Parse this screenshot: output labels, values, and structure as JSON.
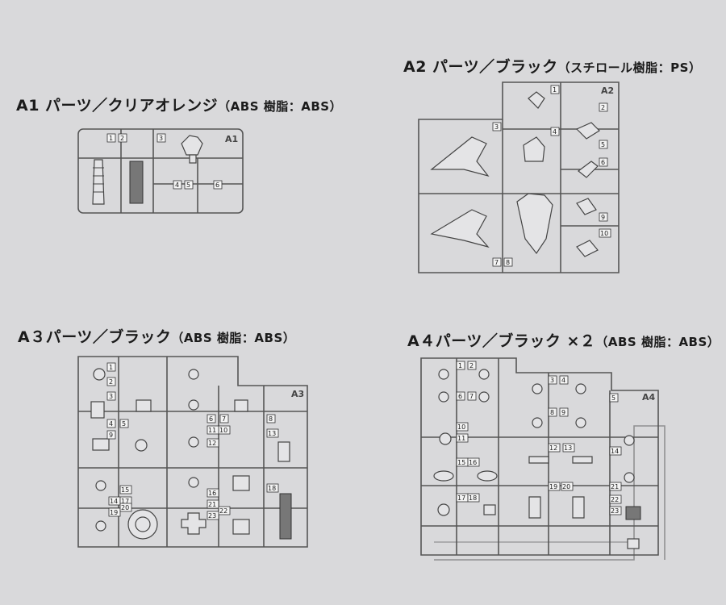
{
  "sheets": {
    "a1": {
      "title": "A1 パーツ／クリアオレンジ",
      "material": "（ABS 樹脂：ABS）",
      "runner_label": "A1",
      "numbers": [
        "1",
        "2",
        "3",
        "4",
        "5",
        "6"
      ]
    },
    "a2": {
      "title": "A2 パーツ／ブラック",
      "material": "（スチロール樹脂：PS）",
      "runner_label": "A2",
      "numbers": [
        "1",
        "2",
        "3",
        "4",
        "5",
        "6",
        "7",
        "8",
        "9",
        "10"
      ]
    },
    "a3": {
      "title": "A３パーツ／ブラック",
      "material": "（ABS 樹脂：ABS）",
      "runner_label": "A3",
      "numbers": [
        "1",
        "2",
        "3",
        "4",
        "5",
        "6",
        "7",
        "8",
        "9",
        "10",
        "11",
        "12",
        "13",
        "14",
        "15",
        "16",
        "17",
        "18",
        "19",
        "20",
        "21",
        "22",
        "23"
      ]
    },
    "a4": {
      "title": "A４パーツ／ブラック ×２",
      "material": "（ABS 樹脂：ABS）",
      "runner_label": "A4",
      "numbers": [
        "1",
        "2",
        "3",
        "4",
        "5",
        "6",
        "7",
        "8",
        "9",
        "10",
        "11",
        "12",
        "13",
        "14",
        "15",
        "16",
        "17",
        "18",
        "19",
        "20",
        "21",
        "22",
        "23"
      ]
    }
  },
  "colors": {
    "background": "#d9d9db",
    "line": "#555555",
    "text": "#1b1b1b"
  }
}
